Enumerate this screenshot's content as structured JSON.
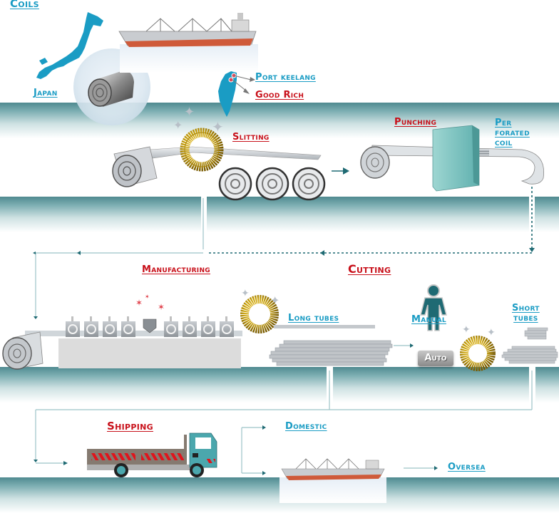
{
  "diagram": {
    "title": "Coils",
    "sections": {
      "source": {
        "origin_label": "Japan",
        "port_label": "Port keelang",
        "company_label": "Good Rich"
      },
      "processing": {
        "slitting_label": "Slitting",
        "punching_label": "Punching",
        "perforated_label_lines": [
          "Per",
          "forated",
          "coil"
        ]
      },
      "forming": {
        "manufacturing_label": "Manufacturing",
        "cutting_label": "Cutting",
        "long_tubes_label": "Long tubes",
        "manual_label": "Manual",
        "auto_label": "Auto",
        "short_tubes_lines": [
          "Short",
          "tubes"
        ]
      },
      "delivery": {
        "shipping_label": "Shipping",
        "domestic_label": "Domestic",
        "oversea_label": "Oversea"
      }
    },
    "colors": {
      "link_blue": "#1a9cc4",
      "heading_red": "#c8101a",
      "band_teal": "#4f8a90",
      "flow_line": "#9cc3c8",
      "arrow_head": "#1f6a73",
      "gear_gold": "#c9a10a",
      "taiwan_blue": "#1a9cc4",
      "punch_block": "#7cc6c2",
      "truck_cab": "#4ba7ad",
      "stripe_red": "#e0141c"
    }
  }
}
